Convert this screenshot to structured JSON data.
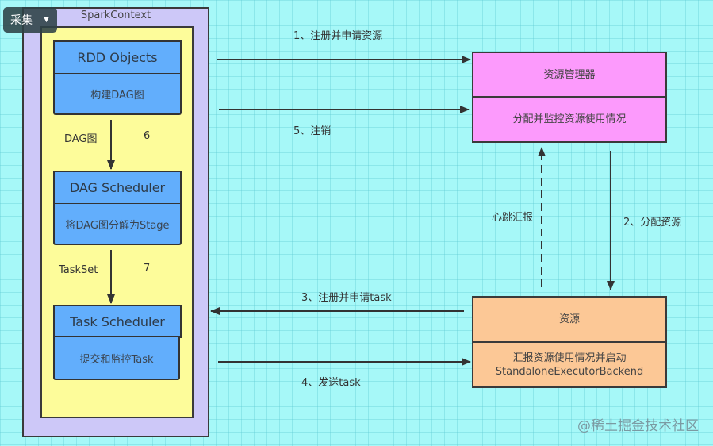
{
  "spark_context": {
    "title": "SparkContext",
    "rdd_objects": {
      "header": "RDD  Objects",
      "body": "构建DAG图"
    },
    "dag_scheduler": {
      "header": "DAG Scheduler",
      "body": "将DAG图分解为Stage"
    },
    "task_scheduler": {
      "header": "Task Scheduler",
      "body": "提交和监控Task"
    },
    "flow_labels": {
      "rdd_to_dag": "DAG图",
      "rdd_to_dag_step": "6",
      "dag_to_task": "TaskSet",
      "dag_to_task_step": "7"
    }
  },
  "resource_manager": {
    "header": "资源管理器",
    "body": "分配并监控资源使用情况",
    "color": "#fc9afc"
  },
  "resource": {
    "header": "资源",
    "body_line1": "汇报资源使用情况并启动",
    "body_line2": "StandaloneExecutorBackend",
    "color": "#fcc896"
  },
  "arrows": {
    "register_request_resource": "1、注册并申请资源",
    "allocate_resource": "2、分配资源",
    "register_request_task": "3、注册并申请task",
    "send_task": "4、发送task",
    "unregister": "5、注销",
    "heartbeat": "心跳汇报"
  },
  "overlay": {
    "collect_button": "采集",
    "collect_caret": "▼",
    "watermark": "@稀土掘金技术社区"
  }
}
